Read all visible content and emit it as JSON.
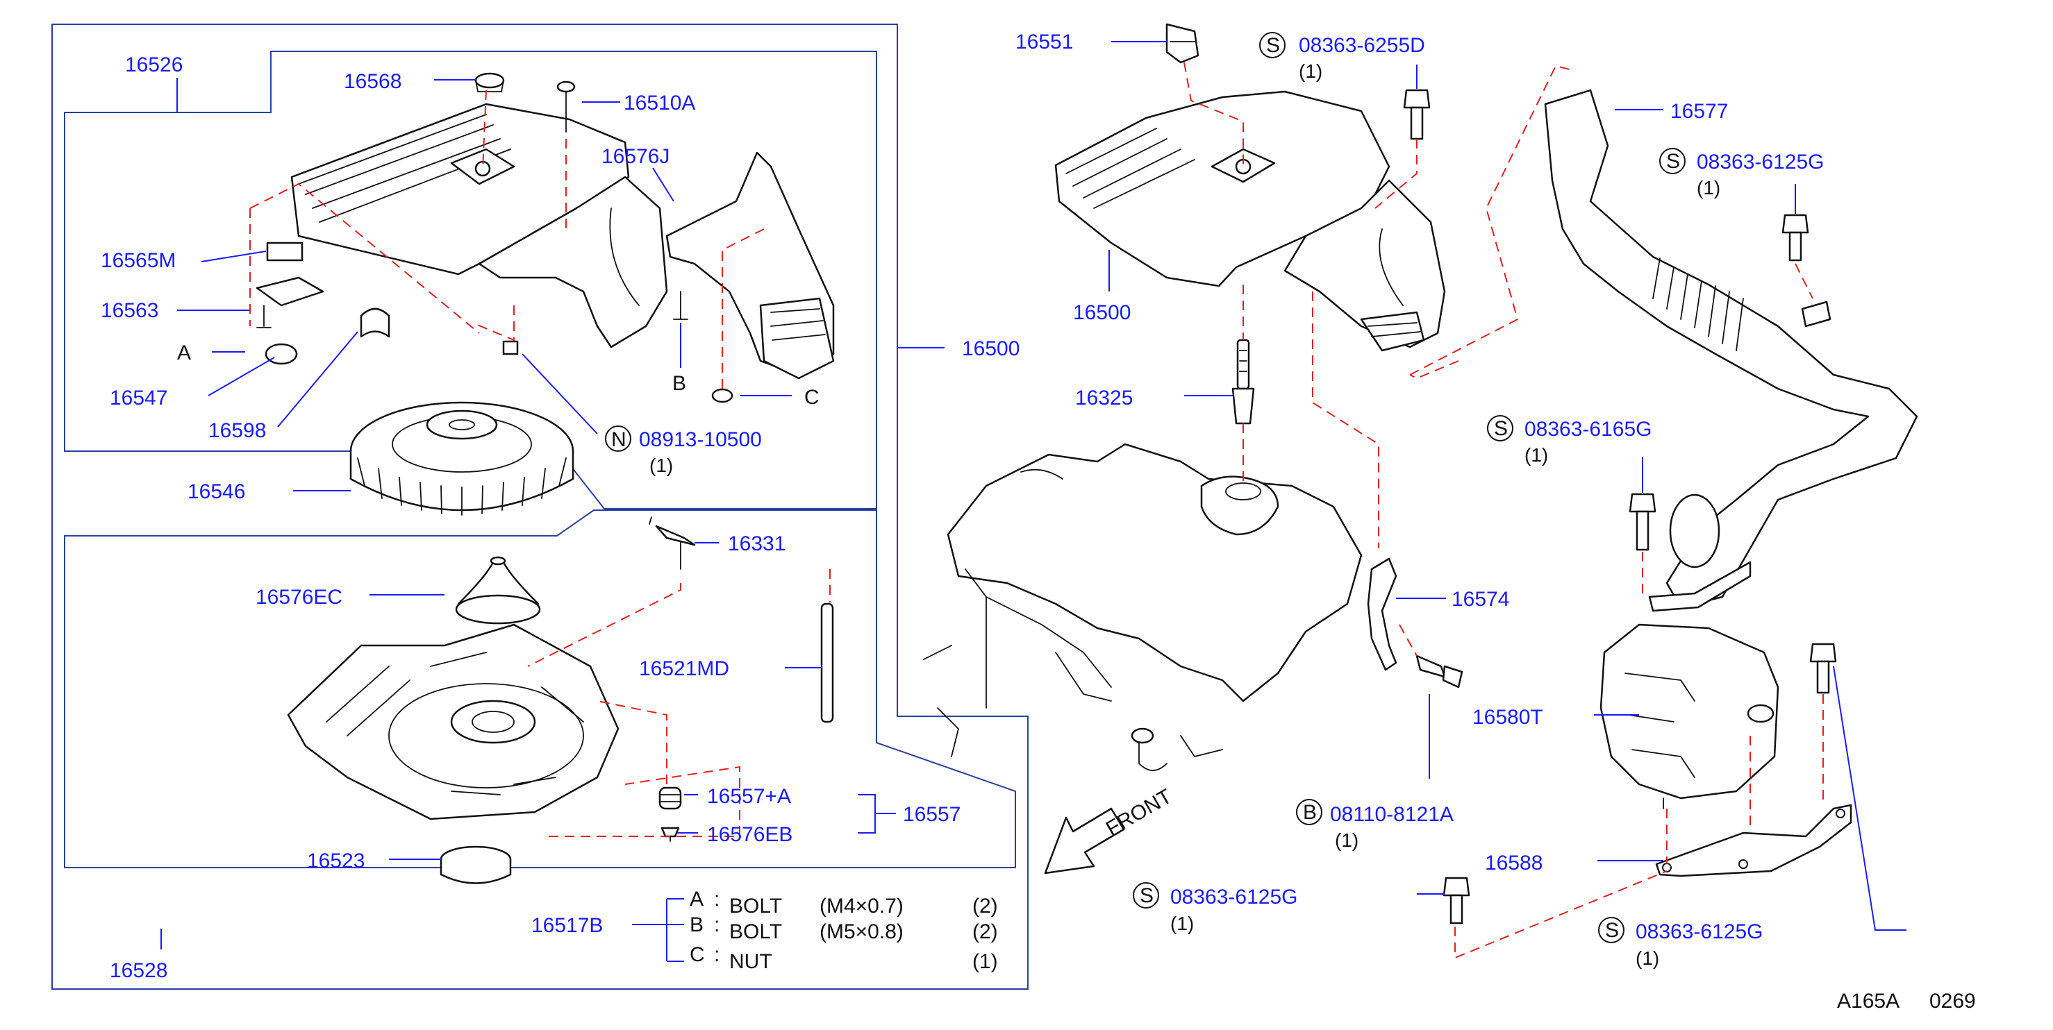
{
  "diagram_code": "A165A",
  "diagram_number": "0269",
  "front_label": "FRONT",
  "colors": {
    "part_number": "#1a1aff",
    "leader_line": "#2a3fa0",
    "dashed_line": "#e02020",
    "outline": "#111111"
  },
  "parts": {
    "p16526": "16526",
    "p16568": "16568",
    "p16510A": "16510A",
    "p16576J": "16576J",
    "p16565M": "16565M",
    "p16563": "16563",
    "p16547": "16547",
    "p16598": "16598",
    "p08913": "08913-10500",
    "p08913_qty": "(1)",
    "p16546": "16546",
    "p16500_right": "16500",
    "p16331": "16331",
    "p16576EC": "16576EC",
    "p16521MD": "16521MD",
    "p16557A": "16557+A",
    "p16576EB": "16576EB",
    "p16557": "16557",
    "p16523": "16523",
    "p16517B": "16517B",
    "p16528": "16528",
    "p16551": "16551",
    "p08363_6255D": "08363-6255D",
    "p08363_6255D_qty": "(1)",
    "p16577": "16577",
    "p08363_6125G_a": "08363-6125G",
    "p08363_6125G_a_qty": "(1)",
    "p16500_upper": "16500",
    "p16325": "16325",
    "p08363_6165G": "08363-6165G",
    "p08363_6165G_qty": "(1)",
    "p16574": "16574",
    "p16580T": "16580T",
    "p08110": "08110-8121A",
    "p08110_qty": "(1)",
    "p16588": "16588",
    "p08363_6125G_b": "08363-6125G",
    "p08363_6125G_b_qty": "(1)",
    "p08363_6125G_c": "08363-6125G",
    "p08363_6125G_c_qty": "(1)"
  },
  "markers": {
    "A": "A",
    "B": "B",
    "C": "C",
    "N": "N",
    "S": "S"
  },
  "legend": [
    {
      "key": "A",
      "sep": ":",
      "name": "BOLT",
      "spec": "(M4×0.7)",
      "qty": "(2)"
    },
    {
      "key": "B",
      "sep": ":",
      "name": "BOLT",
      "spec": "(M5×0.8)",
      "qty": "(2)"
    },
    {
      "key": "C",
      "sep": ":",
      "name": "NUT",
      "spec": "",
      "qty": "(1)"
    }
  ]
}
